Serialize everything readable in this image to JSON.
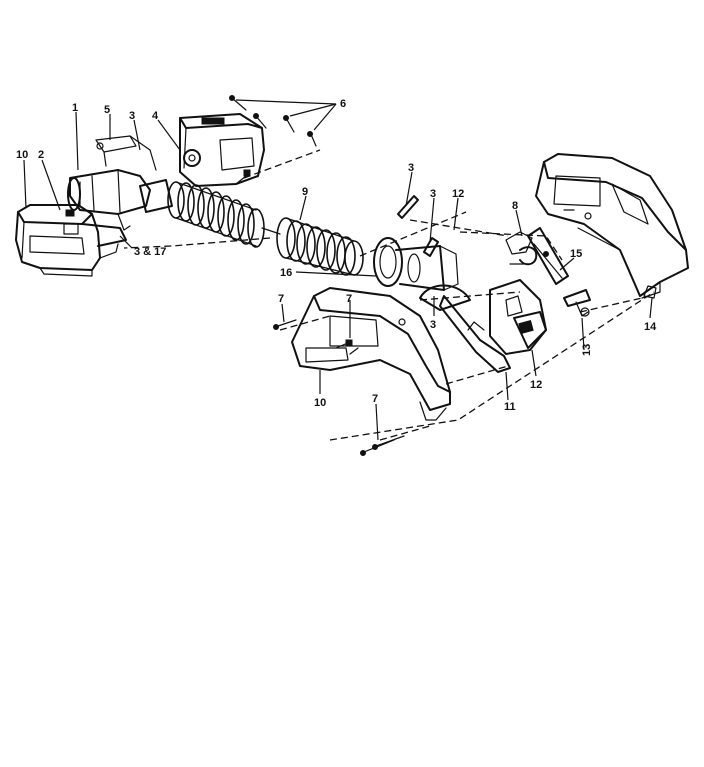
{
  "diagram": {
    "callouts": {
      "c1": "1",
      "c5": "5",
      "c3a": "3",
      "c4": "4",
      "c6": "6",
      "c10a": "10",
      "c2": "2",
      "c3_17": "3 & 17",
      "c9": "9",
      "c3b": "3",
      "c3c": "3",
      "c12a": "12",
      "c8": "8",
      "c15": "15",
      "c16": "16",
      "c7a": "7",
      "c7b": "7",
      "c3d": "3",
      "c12b": "12",
      "c13": "13",
      "c14": "14",
      "c10b": "10",
      "c11": "11",
      "c7c": "7"
    }
  }
}
